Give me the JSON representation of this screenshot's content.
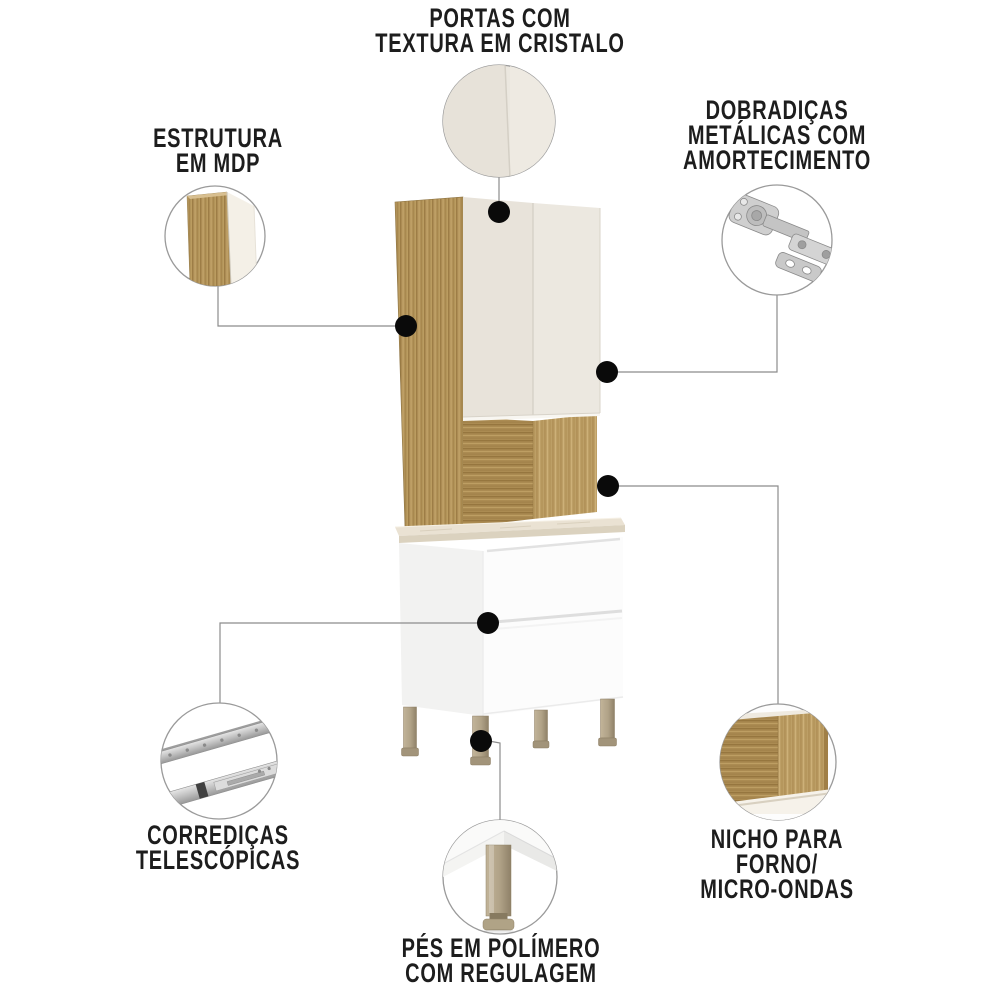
{
  "page": {
    "type": "product-feature-infographic",
    "background": "#ffffff",
    "subject": "kitchen cabinet tower with drawers and microwave niche"
  },
  "callouts": [
    {
      "id": "doors-texture",
      "label": "PORTAS COM\nTEXTURA EM CRISTALO",
      "detail_image": "door-crystal-texture-detail"
    },
    {
      "id": "mdp-structure",
      "label": "ESTRUTURA\nEM MDP",
      "detail_image": "mdp-board-corner-detail"
    },
    {
      "id": "metal-hinges",
      "label": "DOBRADIÇAS\nMETÁLICAS COM\nAMORTECIMENTO",
      "detail_image": "soft-close-hinge-detail"
    },
    {
      "id": "telescopic-slides",
      "label": "CORREDIÇAS\nTELESCÓPICAS",
      "detail_image": "telescopic-slide-rails-detail"
    },
    {
      "id": "oven-niche",
      "label": "NICHO PARA\nFORNO/\nMICRO-ONDAS",
      "detail_image": "wood-niche-interior-detail"
    },
    {
      "id": "polymer-feet",
      "label": "PÉS EM POLÍMERO\nCOM REGULAGEM",
      "detail_image": "adjustable-foot-detail"
    }
  ],
  "palette": {
    "text": "#1d1d1d",
    "connector_line": "#8c8c8c",
    "marker_dot": "#0a0a0a",
    "wood": "#b2935a",
    "wood_dark": "#9d7d46",
    "cream_door": "#ebe7df",
    "countertop": "#eae2d3",
    "cabinet_white": "#fcfcfc",
    "leg_champagne": "#b0a287",
    "metal_silver": "#c0c0c0"
  }
}
